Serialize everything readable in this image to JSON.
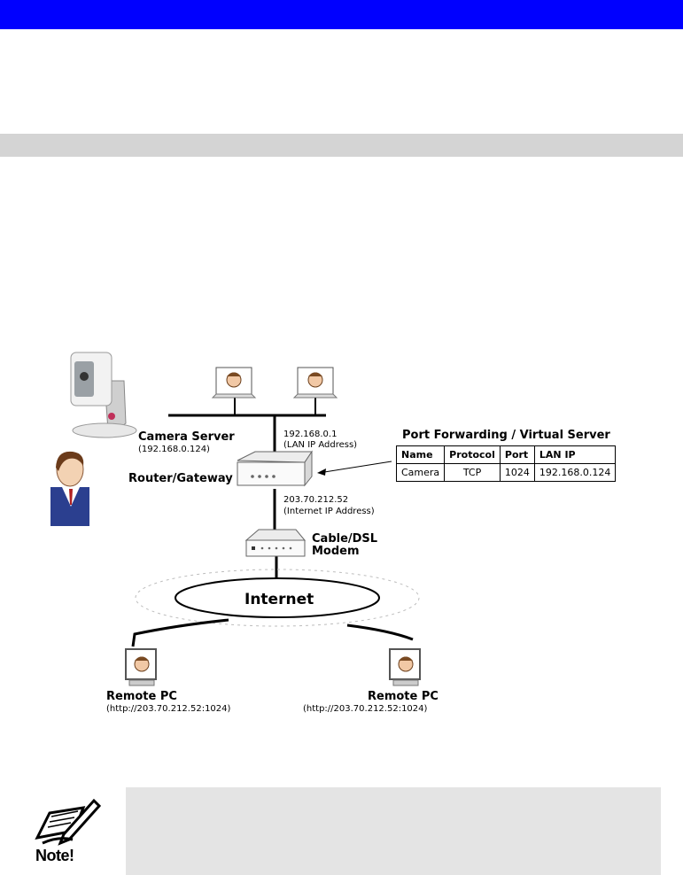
{
  "colors": {
    "header_bar": "#0000ff",
    "section_bar": "#d4d4d4",
    "note_bg": "#e4e4e4"
  },
  "diagram": {
    "camera_server": {
      "label": "Camera Server",
      "ip": "(192.168.0.124)"
    },
    "router": {
      "label": "Router/Gateway",
      "lan_ip": "192.168.0.1",
      "lan_ip_desc": "(LAN IP Address)",
      "internet_ip": "203.70.212.52",
      "internet_ip_desc": "(Internet IP Address)"
    },
    "modem": {
      "line1": "Cable/DSL",
      "line2": "Modem"
    },
    "internet": "Internet",
    "remote_pcs": [
      {
        "label": "Remote PC",
        "url": "(http://203.70.212.52:1024)"
      },
      {
        "label": "Remote PC",
        "url": "(http://203.70.212.52:1024)"
      }
    ],
    "port_forwarding": {
      "title": "Port Forwarding / Virtual Server",
      "headers": [
        "Name",
        "Protocol",
        "Port",
        "LAN IP"
      ],
      "row": [
        "Camera",
        "TCP",
        "1024",
        "192.168.0.124"
      ]
    }
  },
  "note": {
    "icon": "note-pen-icon",
    "label": "Note!"
  }
}
